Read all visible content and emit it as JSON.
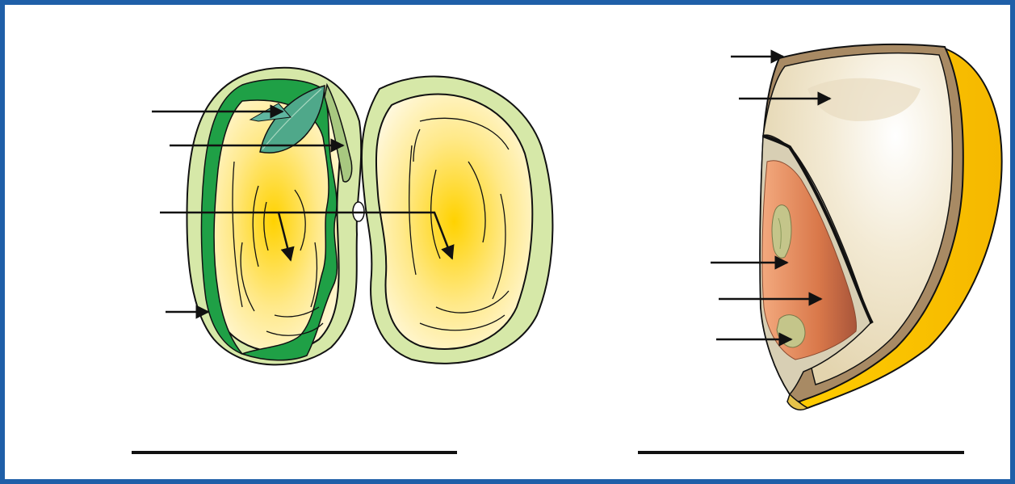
{
  "diagram": {
    "colors": {
      "frame": "#1f5fa8",
      "background": "#ffffff",
      "outline": "#111111",
      "bean_coat": "#d6e8a8",
      "bean_cotyledon": "#ffd200",
      "bean_embryo": "#1fa046",
      "bean_leaf": "#4fa88a",
      "corn_pericarp": "#ffcc00",
      "corn_endosperm": "#eee3c8",
      "corn_embryo": "#d9784a",
      "corn_seed_coat": "#a88a64"
    },
    "left_seed": {
      "kind": "bean (dicot) seed opened into two halves",
      "label_arrows": 4,
      "answer_blank": ""
    },
    "right_seed": {
      "kind": "corn (monocot) kernel longitudinal section",
      "label_arrows": 5,
      "answer_blank": ""
    }
  }
}
